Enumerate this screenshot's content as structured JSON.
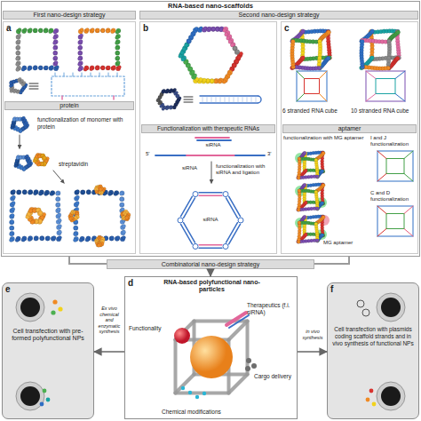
{
  "diagram": {
    "nodes": [
      {
        "text": [
          "RNA-based nano-scaffolds"
        ]
      },
      {
        "text": [
          "First nano-design strategy"
        ],
        "in": 0
      },
      {
        "text": [
          "Second nano-design strategy"
        ],
        "in": 0
      },
      {
        "text": [
          "a"
        ],
        "in": 0
      },
      {
        "text": [
          "b"
        ],
        "in": 0
      },
      {
        "text": [
          "c"
        ],
        "in": 0
      },
      {
        "text": [
          "protein"
        ],
        "in": 3
      },
      {
        "text": [
          "Functionalization with therapeutic RNAs"
        ],
        "in": 4
      },
      {
        "text": [
          "aptamer"
        ],
        "in": 5
      },
      {
        "text": [
          "Combinatorial nano-design strategy"
        ]
      },
      {
        "text": [
          "d",
          "RNA-based polyfunctional nano-particles"
        ]
      },
      {
        "text": [
          "e",
          "Cell transfection with pre-formed polyfunctional NPs"
        ]
      },
      {
        "text": [
          "f",
          "Cell transfection with plasmids coding scaffold strands and in vivo synthesis of functional NPs"
        ]
      }
    ],
    "edges": [
      {
        "from": 9,
        "to": 10,
        "arrow": "to"
      },
      {
        "from": 10,
        "to": 11,
        "label": "Ex vivo chemical and enzymatic synthesis",
        "arrow": "to"
      },
      {
        "from": 10,
        "to": 12,
        "label": "in vivo synthesis",
        "arrow": "to"
      }
    ],
    "labels": [
      "functionalization of monomer with protein",
      "streptavidin",
      "siRNA",
      "5'",
      "3'",
      "siRNA",
      "functionalization with siRNA and ligation",
      "siRNA",
      "6 stranded RNA cube",
      "10 stranded RNA cube",
      "functionalization with MG aptamer",
      "MG aptamer",
      "I and J functionalization",
      "C and D functionalization",
      "Functionality",
      "Therapeutics (f.i. siRNA)",
      "Cargo delivery",
      "Chemical modifications"
    ]
  }
}
